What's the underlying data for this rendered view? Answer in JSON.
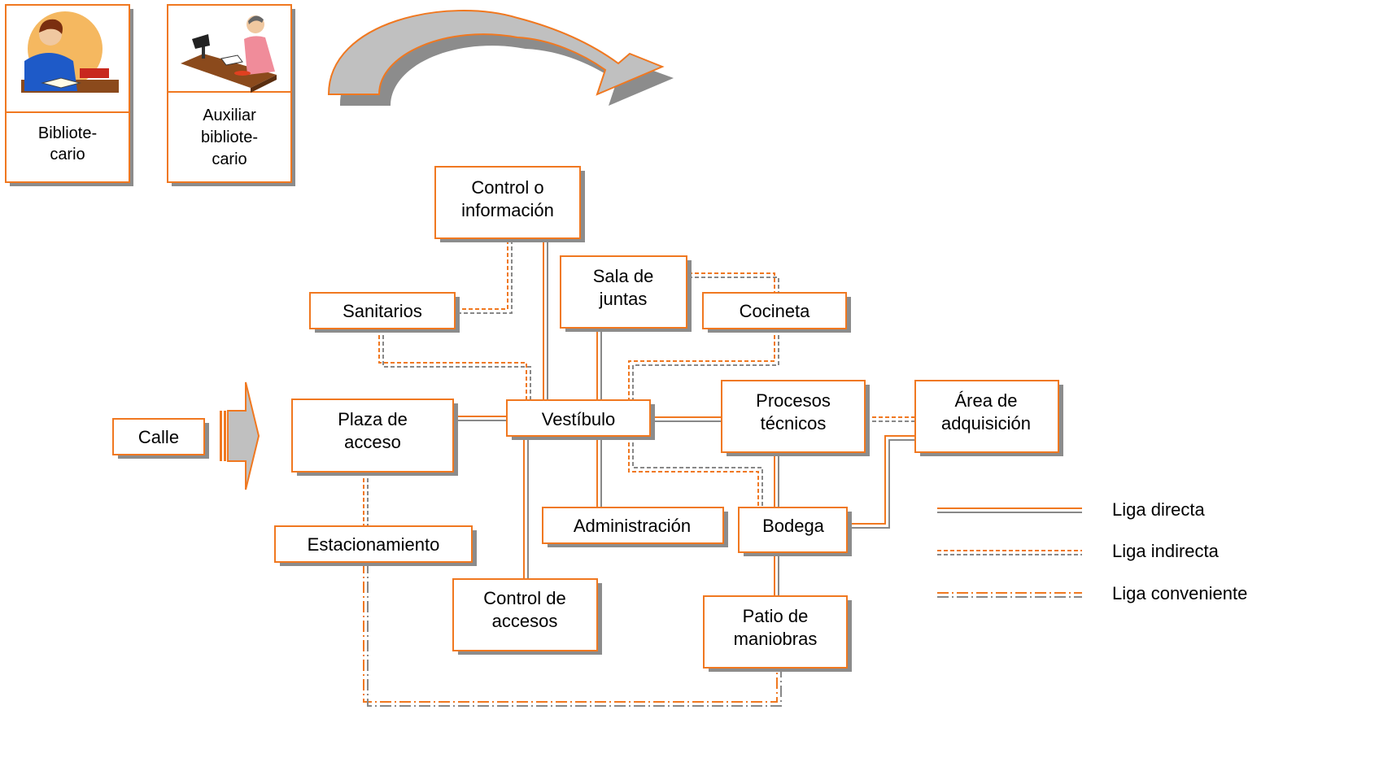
{
  "colors": {
    "accent": "#f07820",
    "gray": "#888888",
    "shadow": "#8c8c8c",
    "arrow_fill": "#c0c0c0"
  },
  "roles": [
    {
      "id": "bibliotecario",
      "lines": [
        "Bibliote-",
        "cario"
      ],
      "illustration": "librarian-reading-icon"
    },
    {
      "id": "auxiliar",
      "lines": [
        "Auxiliar",
        "bibliote-",
        "cario"
      ],
      "illustration": "assistant-desk-lamp-icon"
    }
  ],
  "nodes": {
    "control_info": {
      "lines": [
        "Control o",
        "información"
      ]
    },
    "sanitarios": {
      "lines": [
        "Sanitarios"
      ]
    },
    "sala_juntas": {
      "lines": [
        "Sala de",
        "juntas"
      ]
    },
    "cocineta": {
      "lines": [
        "Cocineta"
      ]
    },
    "calle": {
      "lines": [
        "Calle"
      ]
    },
    "plaza_acceso": {
      "lines": [
        "Plaza de",
        "acceso"
      ]
    },
    "vestibulo": {
      "lines": [
        "Vestíbulo"
      ]
    },
    "procesos_tecnicos": {
      "lines": [
        "Procesos",
        "técnicos"
      ]
    },
    "area_adquisicion": {
      "lines": [
        "Área de",
        "adquisición"
      ]
    },
    "estacionamiento": {
      "lines": [
        "Estacionamiento"
      ]
    },
    "administracion": {
      "lines": [
        "Administración"
      ]
    },
    "bodega": {
      "lines": [
        "Bodega"
      ]
    },
    "control_accesos": {
      "lines": [
        "Control de",
        "accesos"
      ]
    },
    "patio_maniobras": {
      "lines": [
        "Patio de",
        "maniobras"
      ]
    }
  },
  "legend": [
    {
      "type": "directa",
      "label": "Liga directa"
    },
    {
      "type": "indirecta",
      "label": "Liga indirecta"
    },
    {
      "type": "conveniente",
      "label": "Liga conveniente"
    }
  ]
}
